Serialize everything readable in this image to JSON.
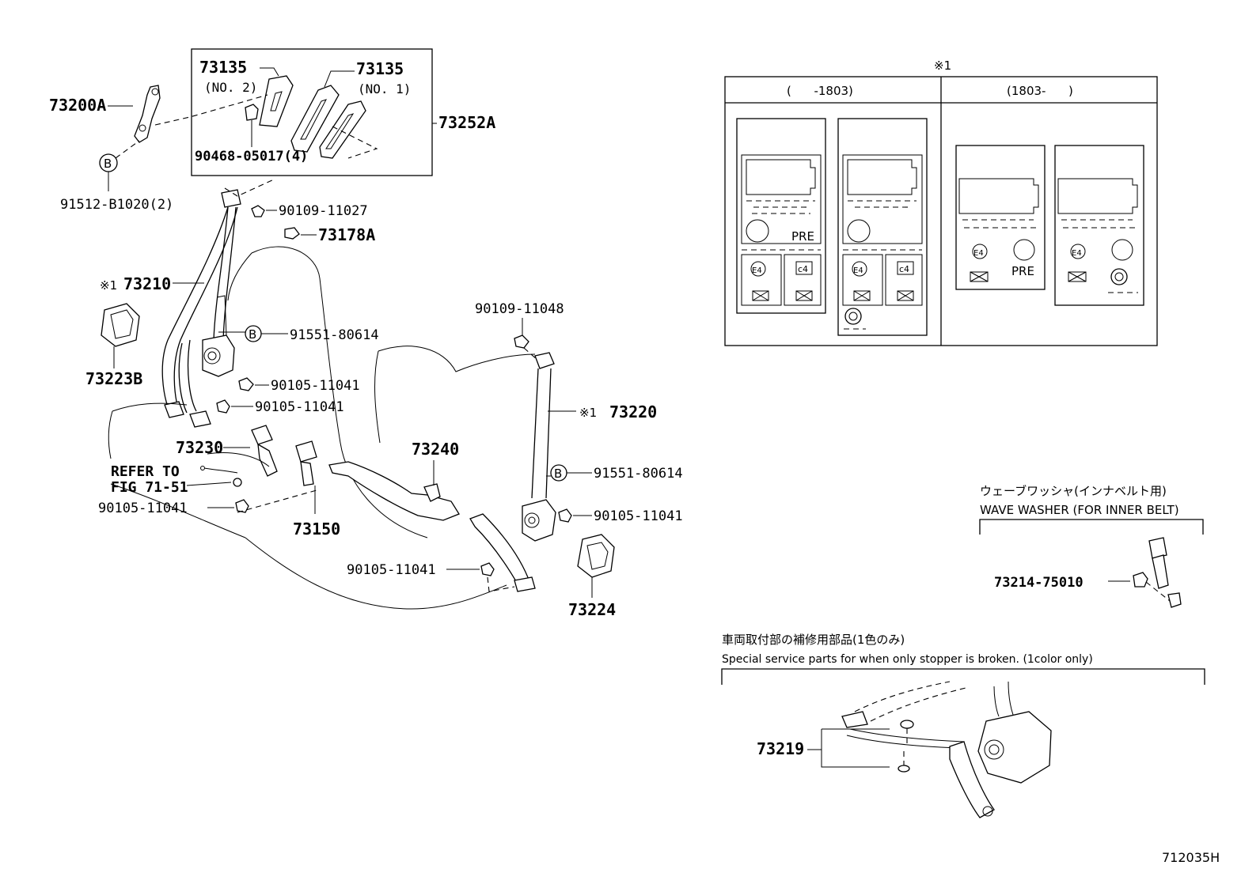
{
  "diagram": {
    "code": "712035H",
    "note_mark": "※1",
    "callouts": {
      "p73200A": "73200A",
      "p73135_no2": "73135",
      "no2": "(NO. 2)",
      "p73135_no1": "73135",
      "no1": "(NO. 1)",
      "p90468": "90468-05017(4)",
      "p73252A": "73252A",
      "p91512": "91512-B1020(2)",
      "p90109_11027": "90109-11027",
      "p73178A": "73178A",
      "p73210_mark": "※1",
      "p73210": "73210",
      "p73223B": "73223B",
      "p91551_left": "91551-80614",
      "p90105_a": "90105-11041",
      "p90105_b": "90105-11041",
      "p73230": "73230",
      "refer1": "REFER TO",
      "refer2": "FIG 71-51",
      "p90105_c": "90105-11041",
      "p73150": "73150",
      "p73240": "73240",
      "p90109_11048": "90109-11048",
      "p73220_mark": "※1",
      "p73220": "73220",
      "p91551_right": "91551-80614",
      "p90105_d": "90105-11041",
      "p90105_e": "90105-11041",
      "p73224": "73224",
      "p73214": "73214-75010",
      "p73219": "73219"
    },
    "labels_table": {
      "mark": "※1",
      "col1_header": "(      -1803)",
      "col2_header": "(1803-      )",
      "pre": "PRE",
      "e4": "E4",
      "c4": "c4"
    },
    "wave_washer": {
      "jp": "ウェーブワッシャ(インナベルト用)",
      "en": "WAVE WASHER (FOR INNER BELT)"
    },
    "service_parts": {
      "jp": "車両取付部の補修用部品(1色のみ)",
      "en": "Special service parts for when only stopper is broken. (1color only)"
    },
    "badge_b": "B"
  }
}
